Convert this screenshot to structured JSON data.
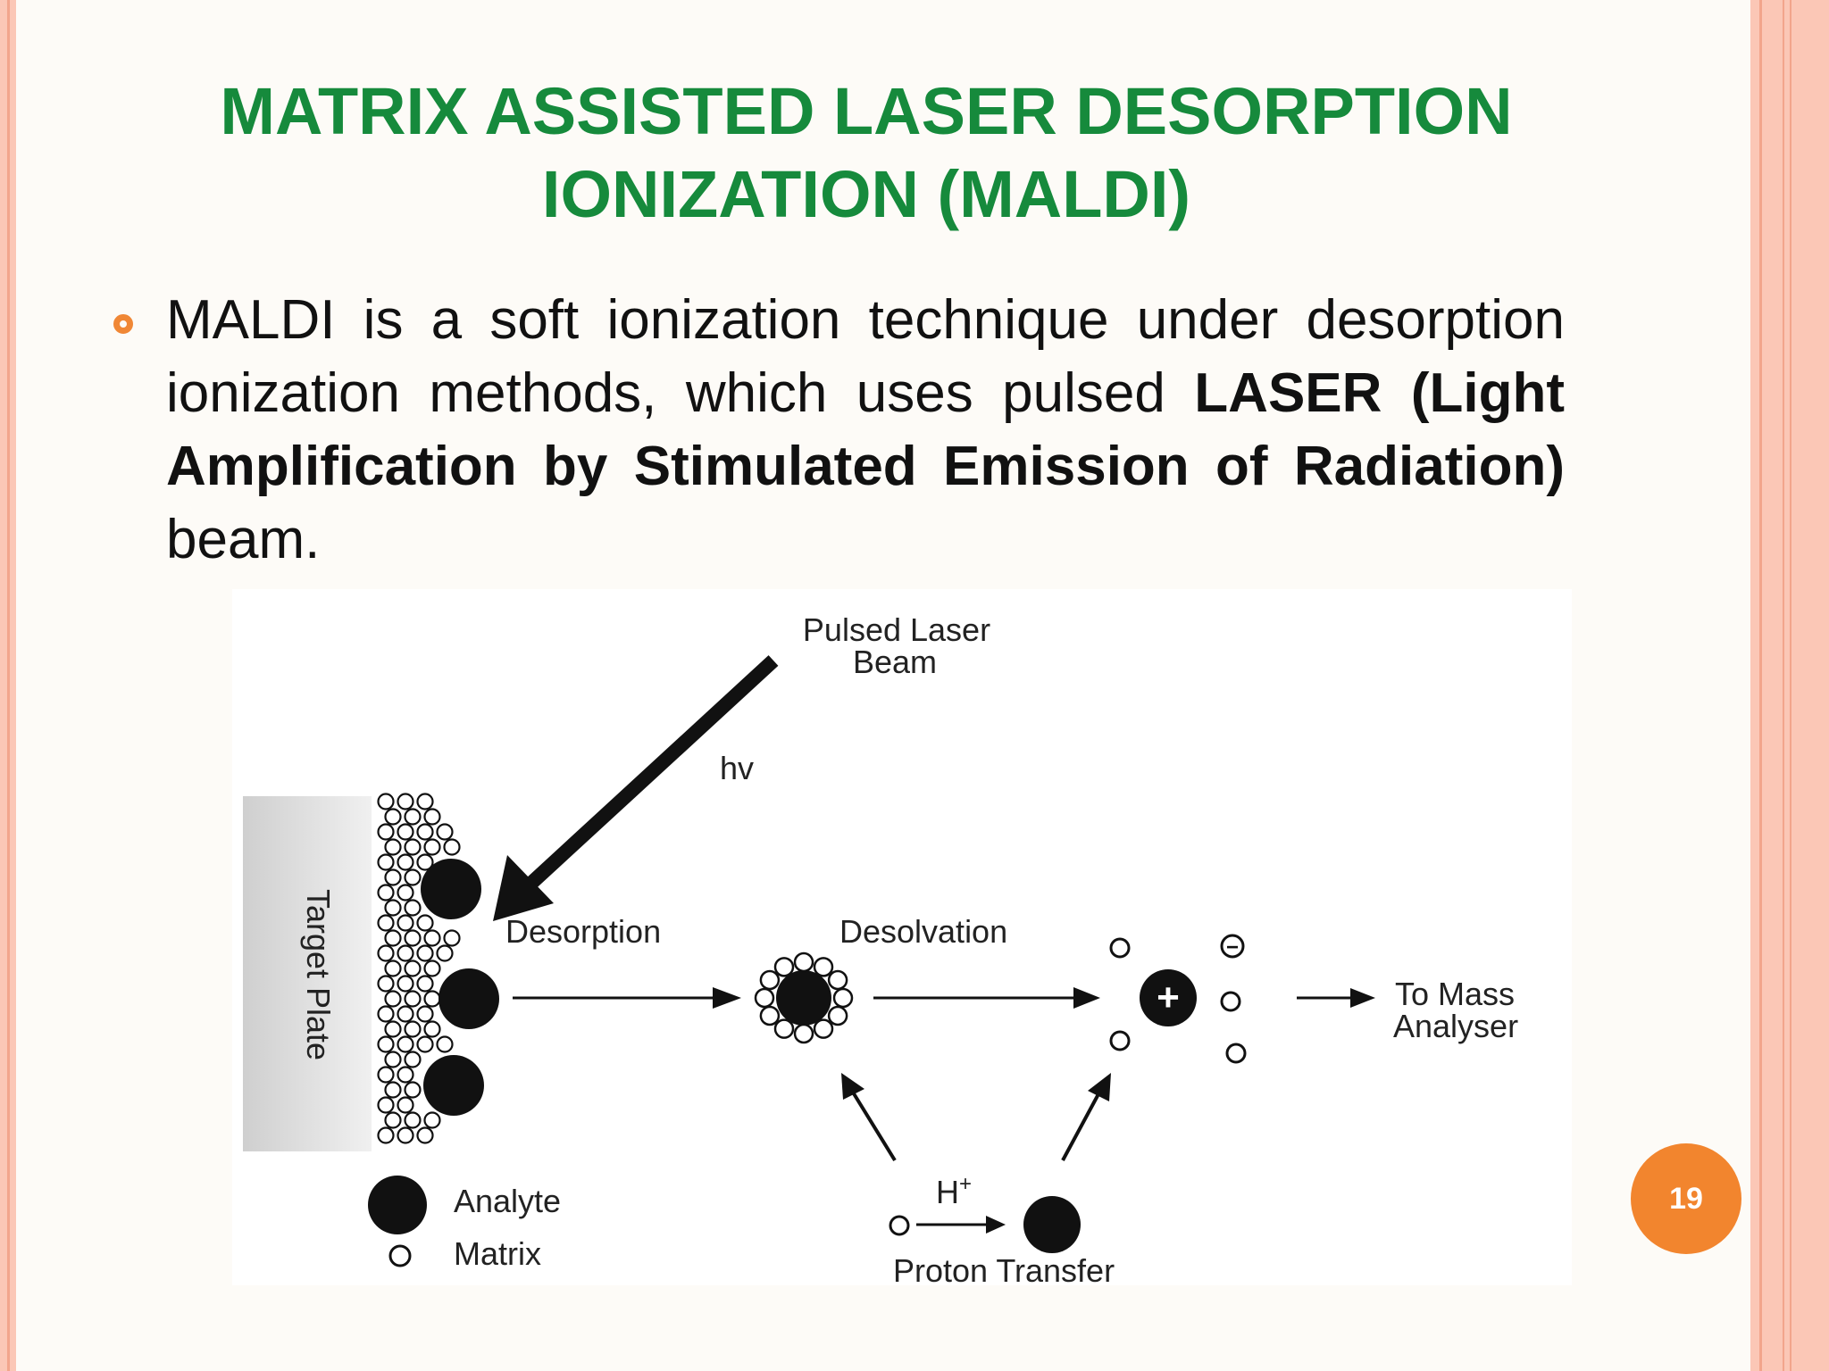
{
  "slide": {
    "title_line1": "MATRIX ASSISTED LASER DESORPTION",
    "title_line2": "IONIZATION (MALDI)",
    "bullet": {
      "text_regular_1": "MALDI is a soft ionization technique under desorption ionization methods, which uses pulsed ",
      "text_bold": "LASER (Light Amplification by Stimulated Emission of Radiation)",
      "text_regular_2": " beam."
    },
    "page_number": "19",
    "colors": {
      "title": "#168a3c",
      "bullet_icon": "#f08735",
      "page_badge": "#f2852e",
      "border": "#fbc7b6"
    }
  },
  "figure": {
    "pulsed_laser_line1": "Pulsed Laser",
    "pulsed_laser_line2": "Beam",
    "hv": "hv",
    "target_plate": "Target Plate",
    "desorption": "Desorption",
    "desolvation": "Desolvation",
    "to_mass_line1": "To Mass",
    "to_mass_line2": "Analyser",
    "h_plus": "H",
    "h_plus_sup": "+",
    "proton_transfer": "Proton Transfer",
    "legend_analyte": "Analyte",
    "legend_matrix": "Matrix",
    "plus_sign": "+",
    "minus_sign": "−"
  }
}
